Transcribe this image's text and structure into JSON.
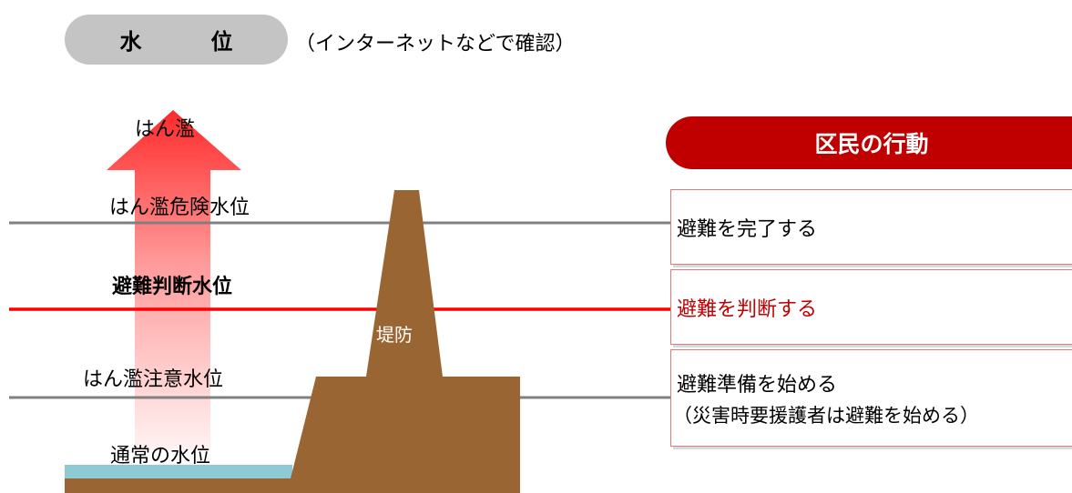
{
  "header": {
    "title": "水　位",
    "subtitle": "（インターネットなどで確認）"
  },
  "levels": {
    "flood": "はん濫",
    "danger": "はん濫危険水位",
    "evacuation": "避難判断水位",
    "caution": "はん濫注意水位",
    "normal": "通常の水位"
  },
  "levee_label": "堤防",
  "actions": {
    "header": "区民の行動",
    "complete": "避難を完了する",
    "judge": "避難を判断する",
    "prepare": "避難準備を始める",
    "prepare_note": "（災害時要援護者は避難を始める）"
  },
  "colors": {
    "header_pill": "#c4c4c4",
    "action_header": "#c00000",
    "evacuation_line": "#ff0000",
    "level_line": "#808080",
    "levee": "#996633",
    "water": "#8fc9d4",
    "arrow": "#ff3b3b"
  }
}
